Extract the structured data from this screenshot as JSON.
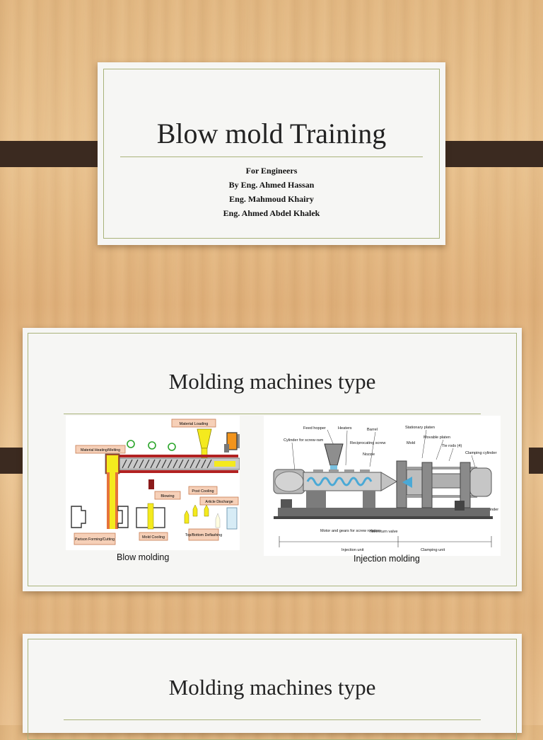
{
  "slide1": {
    "title": "Blow mold Training",
    "lines": [
      "For Engineers",
      "By Eng. Ahmed Hassan",
      "Eng. Mahmoud Khairy",
      "Eng. Ahmed Abdel Khalek"
    ]
  },
  "slide2": {
    "title": "Molding machines type",
    "blow_caption": "Blow molding",
    "injection_caption": "Injection molding",
    "blow_labels": {
      "material_loading": "Material Loading",
      "heating": "Material Heating/Melting",
      "blowing": "Blowing",
      "post_cooling": "Post Cooling",
      "article_discharge": "Article Discharge",
      "parison": "Parison Forming/Cutting",
      "mold_cooling": "Mold Cooling",
      "deflashing": "Top/Bottom Deflashing"
    },
    "injection_labels": {
      "feed_hopper": "Feed hopper",
      "heaters": "Heaters",
      "barrel": "Barrel",
      "stationary_platen": "Stationary platen",
      "movable_platen": "Movable platen",
      "cylinder_screw_ram": "Cylinder for screw-ram",
      "reciprocating_screw": "Reciprocating screw",
      "mold": "Mold",
      "tie_rods": "Tie rods (4)",
      "clamping_cylinder": "Clamping cylinder",
      "nozzle": "Nozzle",
      "motor_gears": "Motor and gears for screw rotation",
      "nonreturn_valve": "Nonreturn valve",
      "hydraulic_cylinder": "Hydraulic cylinder",
      "injection_unit": "Injection unit",
      "clamping_unit": "Clamping unit"
    }
  },
  "slide3": {
    "title": "Molding machines type"
  },
  "colors": {
    "tab": "#3b2a20",
    "frame": "#a9b37a",
    "slide_bg": "#f6f6f4"
  }
}
